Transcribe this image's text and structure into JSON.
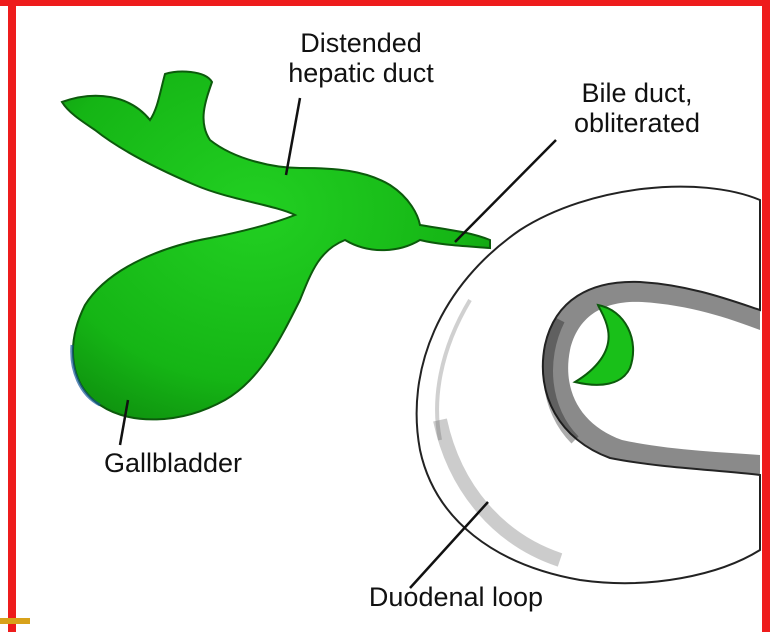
{
  "labels": {
    "hepatic_line1": "Distended",
    "hepatic_line2": "hepatic duct",
    "bile_line1": "Bile duct,",
    "bile_line2": "obliterated",
    "gallbladder": "Gallbladder",
    "duodenal": "Duodenal loop"
  },
  "colors": {
    "frame": "#ee1c1c",
    "organ_green": "#19c019",
    "organ_green_dark": "#0c7a0c",
    "duodenum_shade": "#1a1a1a",
    "accent_bar": "#d8a21a"
  }
}
